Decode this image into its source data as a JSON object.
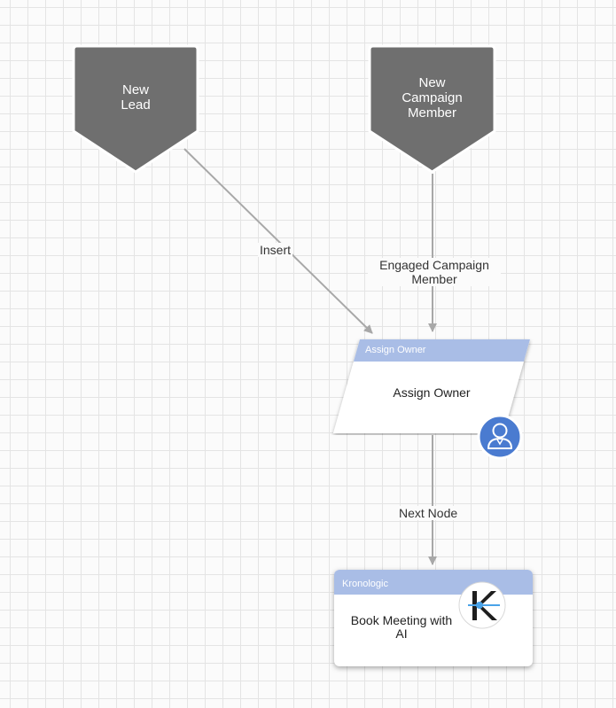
{
  "diagram": {
    "triggers": [
      {
        "label_line1": "New",
        "label_line2": "Lead",
        "label_line3": ""
      },
      {
        "label_line1": "New",
        "label_line2": "Campaign",
        "label_line3": "Member"
      }
    ],
    "edges": {
      "insert_label": "Insert",
      "engaged_line1": "Engaged Campaign",
      "engaged_line2": "Member",
      "next_node_label": "Next Node"
    },
    "assign_owner": {
      "header": "Assign Owner",
      "title": "Assign Owner",
      "icon": "user-badge-icon"
    },
    "kronologic": {
      "header": "Kronologic",
      "title_line1": "Book Meeting with",
      "title_line2": "AI",
      "logo": "kronologic-k-icon"
    },
    "colors": {
      "trigger_fill": "#6f6f6f",
      "node_header": "#a9bde6",
      "badge_fill": "#4a7bd0",
      "connector": "#a8a8a8",
      "grid": "#e4e4e4"
    }
  }
}
